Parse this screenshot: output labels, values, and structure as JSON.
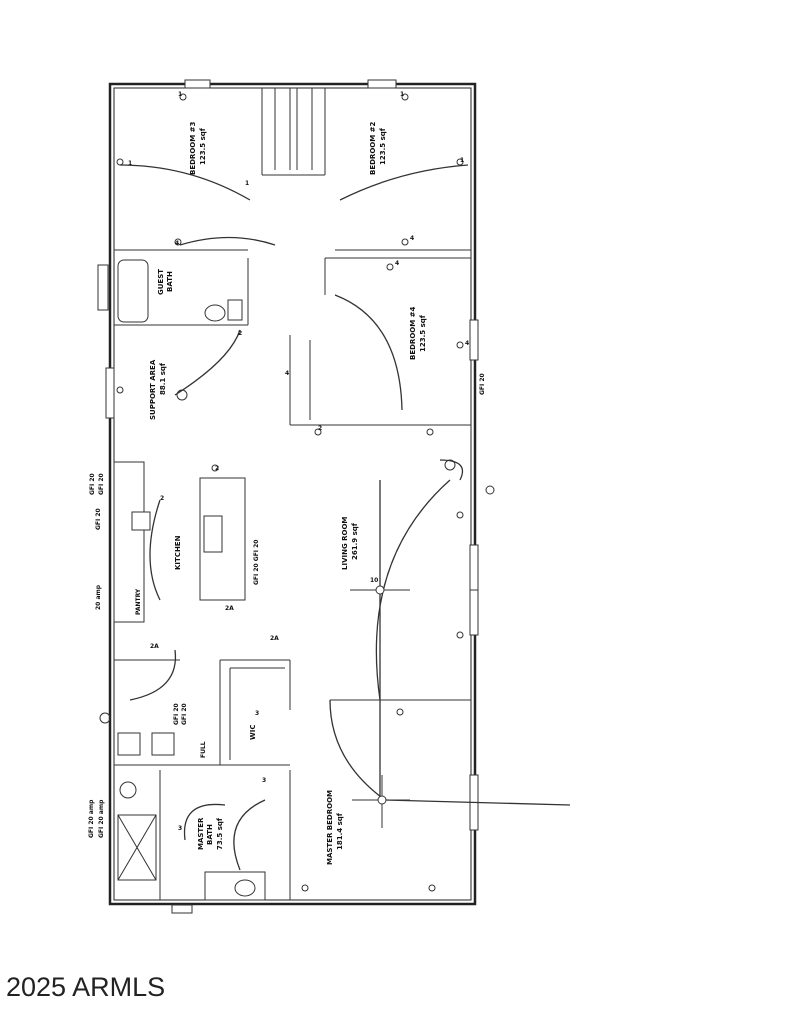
{
  "copyright": "2025 ARMLS",
  "rooms": {
    "bedroom2_name": "BEDROOM #3",
    "bedroom2_area": "123.5 sqf",
    "bedroom3_name": "BEDROOM #2",
    "bedroom3_area": "123.5 sqf",
    "bedroom4_name": "BEDROOM #4",
    "bedroom4_area": "123.5 sqf",
    "guest_bath_name": "GUEST",
    "guest_bath_sub": "BATH",
    "support_name": "SUPPORT AREA",
    "support_area": "88.1 sqf",
    "kitchen_name": "KITCHEN",
    "living_name": "LIVING ROOM",
    "living_area": "261.9 sqf",
    "master_bath_name": "MASTER",
    "master_bath_sub": "BATH",
    "master_bath_area": "73.5 sqf",
    "master_bed_name": "MASTER BEDROOM",
    "master_bed_area": "181.4 sqf",
    "wic_name": "WIC",
    "pantry_name": "PANTRY"
  },
  "notes": {
    "gfi1": "GFI 20",
    "gfi2": "GFI 20",
    "gfi3": "GFI 20",
    "gfi4": "GFI 20 GFI 20",
    "gfi5": "GFI 20",
    "gfi_laundry": "GFI 20",
    "gfi_laundry2": "GFI 20",
    "gfi_ext": "GFI 20 amp",
    "amp": "20 amp",
    "ext_note": "GFI 20 amp",
    "full_bath": "FULL"
  },
  "circuit_marks": [
    "1",
    "1",
    "1",
    "1",
    "1",
    "4",
    "4",
    "4",
    "4",
    "4",
    "2",
    "2",
    "2",
    "2",
    "3",
    "3",
    "3",
    "2A",
    "2A",
    "2A",
    "10"
  ]
}
